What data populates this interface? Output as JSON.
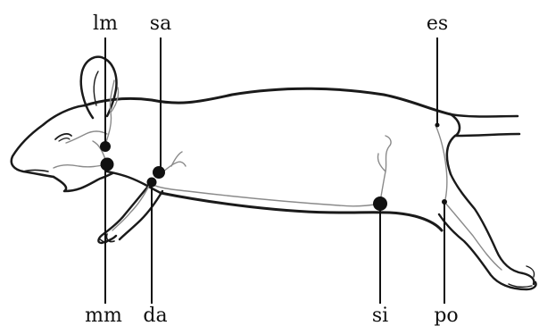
{
  "figure": {
    "labels": {
      "lm": "lm",
      "sa": "sa",
      "es": "es",
      "mm": "mm",
      "da": "da",
      "si": "si",
      "po": "po"
    }
  }
}
